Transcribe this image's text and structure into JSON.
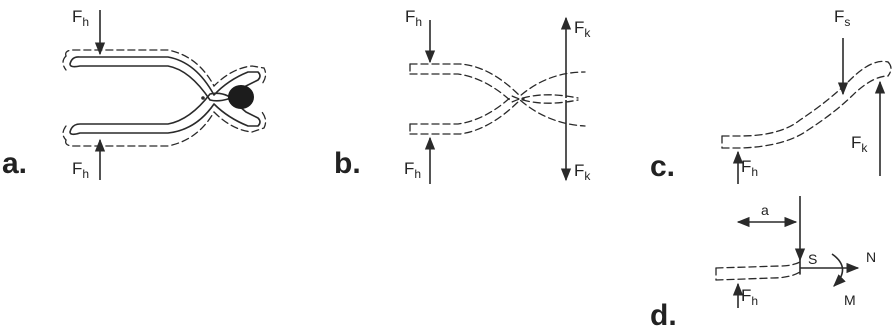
{
  "panels": {
    "a": {
      "letter": "a.",
      "forces": [
        {
          "symbol": "F",
          "subscript": "h"
        },
        {
          "symbol": "F",
          "subscript": "h"
        }
      ]
    },
    "b": {
      "letter": "b.",
      "forces": [
        {
          "symbol": "F",
          "subscript": "h"
        },
        {
          "symbol": "F",
          "subscript": "h"
        },
        {
          "symbol": "F",
          "subscript": "k"
        },
        {
          "symbol": "F",
          "subscript": "k"
        }
      ]
    },
    "c": {
      "letter": "c.",
      "forces": [
        {
          "symbol": "F",
          "subscript": "s"
        },
        {
          "symbol": "F",
          "subscript": "k"
        },
        {
          "symbol": "F",
          "subscript": "h"
        }
      ]
    },
    "d": {
      "letter": "d.",
      "forces": [
        {
          "symbol": "F",
          "subscript": "h"
        }
      ],
      "labels": {
        "distance": "a",
        "shear": "S",
        "normal": "N",
        "moment": "M"
      }
    }
  },
  "colors": {
    "ink": "#2a2a2a",
    "background": "#ffffff"
  }
}
